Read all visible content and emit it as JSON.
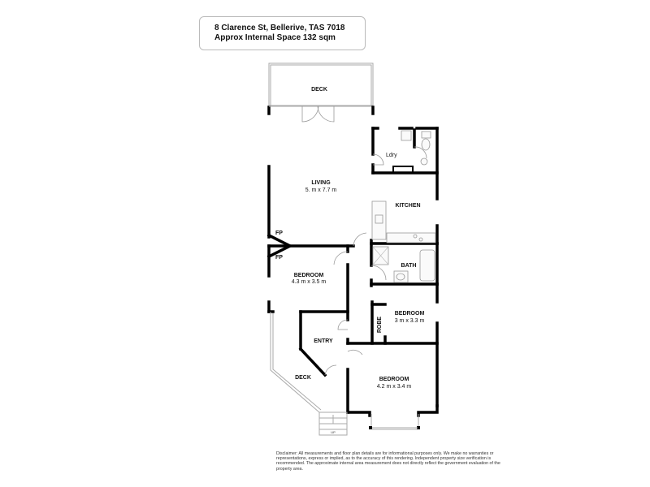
{
  "header": {
    "address": "8 Clarence St, Bellerive, TAS 7018",
    "area": "Approx Internal Space 132 sqm"
  },
  "rooms": {
    "deck_top": {
      "label": "DECK"
    },
    "living": {
      "label": "LIVING",
      "dims": "5. m x 7.7 m"
    },
    "laundry": {
      "label": "Ldry"
    },
    "kitchen": {
      "label": "KITCHEN"
    },
    "fp1": {
      "label": "FP"
    },
    "fp2": {
      "label": "FP"
    },
    "bath": {
      "label": "BATH"
    },
    "bedroom1": {
      "label": "BEDROOM",
      "dims": "4.3 m x 3.5 m"
    },
    "bedroom2": {
      "label": "BEDROOM",
      "dims": "3 m x 3.3 m"
    },
    "robe": {
      "label": "ROBE"
    },
    "entry": {
      "label": "ENTRY"
    },
    "deck_front": {
      "label": "DECK"
    },
    "bedroom3": {
      "label": "BEDROOM",
      "dims": "4.2 m x 3.4 m"
    },
    "stairs": {
      "label": "UP"
    }
  },
  "disclaimer": "Disclaimer: All measurements and floor plan details are for informational purposes only. We  make no warranties or representations, express or implied, as to the accuracy of this rendering. Independent property size verification is recommended. The approximate internal area measurement does not directly reflect the government evaluation of the property area."
}
